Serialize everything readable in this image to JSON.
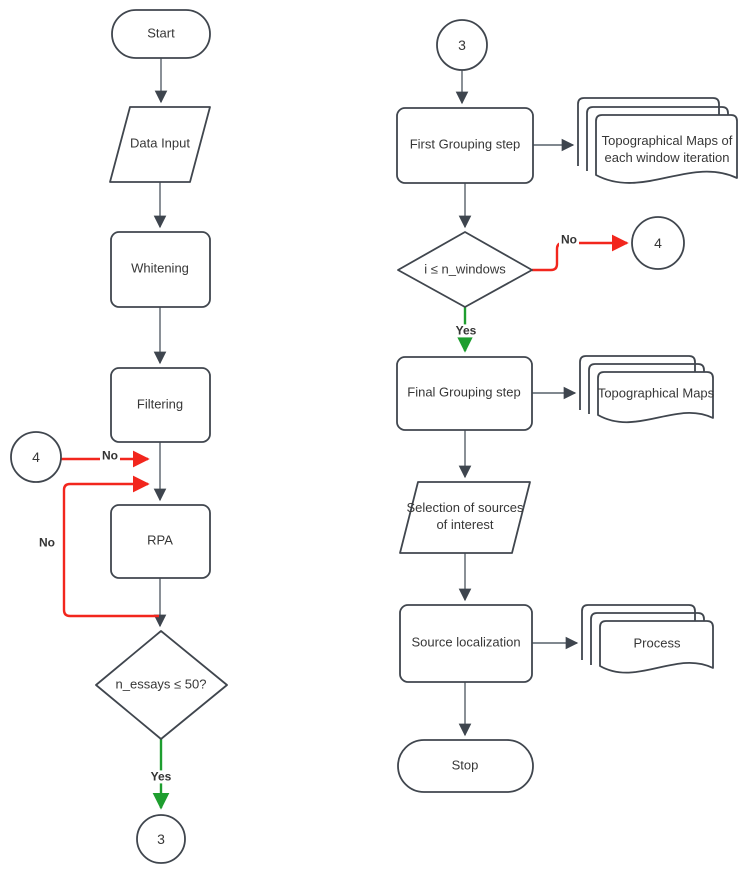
{
  "colors": {
    "stroke": "#40464e",
    "connector": "#57606a",
    "arrow": "#3e454e",
    "red": "#f2261d",
    "green": "#1e9e2f",
    "text": "#373737",
    "labeltext": "#333333"
  },
  "left": {
    "start": "Start",
    "data_input": "Data Input",
    "whitening": "Whitening",
    "filtering": "Filtering",
    "rpa": "RPA",
    "decision": "n_essays ≤ 50?",
    "connector_4": "4",
    "connector_3": "3",
    "label_no_from_4": "No",
    "label_no_loop": "No",
    "label_yes": "Yes"
  },
  "right": {
    "connector_3": "3",
    "first_grouping": "First Grouping step",
    "doc_first_grouping": "Topographical Maps of each window iteration",
    "decision": "i ≤ n_windows",
    "label_no": "No",
    "connector_4": "4",
    "label_yes": "Yes",
    "final_grouping": "Final Grouping step",
    "doc_final_grouping": "Topographical Maps",
    "selection": "Selection of sources of interest",
    "source_localization": "Source localization",
    "doc_source_localization": "Process",
    "stop": "Stop"
  }
}
